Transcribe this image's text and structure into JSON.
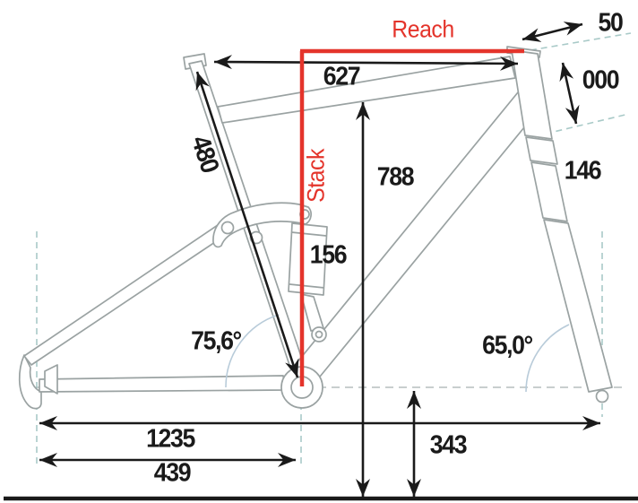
{
  "title": "Mountain bike frame geometry diagram",
  "labels": {
    "reach": "Reach",
    "stack": "Stack",
    "top_tube": "627",
    "seat_tube": "480",
    "spacer": "50",
    "head_tube": "000",
    "fork": "146",
    "seat_height": "788",
    "shock": "156",
    "seat_angle": "75,6°",
    "head_angle": "65,0°",
    "wheelbase": "1235",
    "chainstay": "439",
    "bb_height": "343"
  },
  "colors": {
    "accent_red": "#e4342b",
    "dimension_black": "#1a1a1a",
    "frame_gray": "#9aa2a2",
    "dash_teal": "#a9cac8",
    "dash_gray": "#b6bdbd",
    "angle_arc_blue": "#b8cbd9"
  }
}
